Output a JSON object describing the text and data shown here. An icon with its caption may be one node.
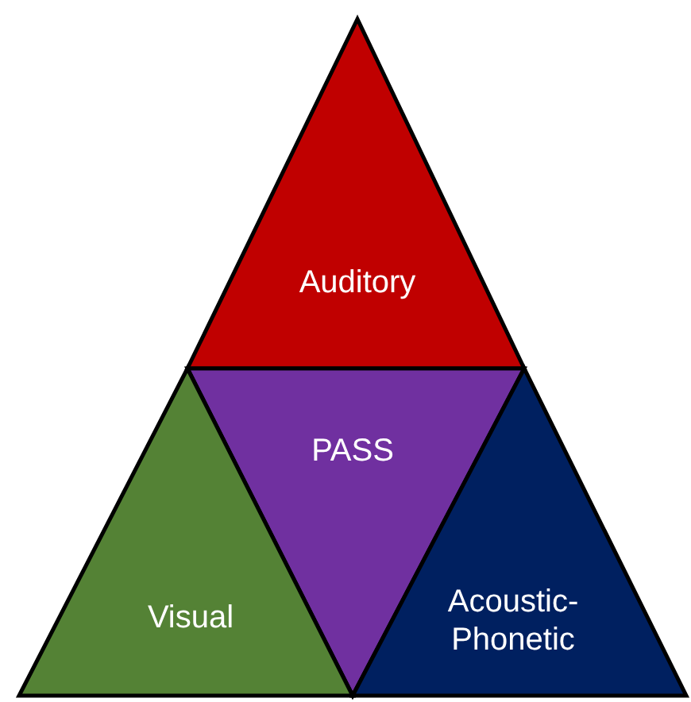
{
  "diagram": {
    "nodes": [
      {
        "text": [
          "Auditory"
        ]
      },
      {
        "text": [
          "PASS"
        ]
      },
      {
        "text": [
          "Visual"
        ]
      },
      {
        "text": [
          "Acoustic-Phonetic"
        ]
      }
    ],
    "edges": []
  }
}
